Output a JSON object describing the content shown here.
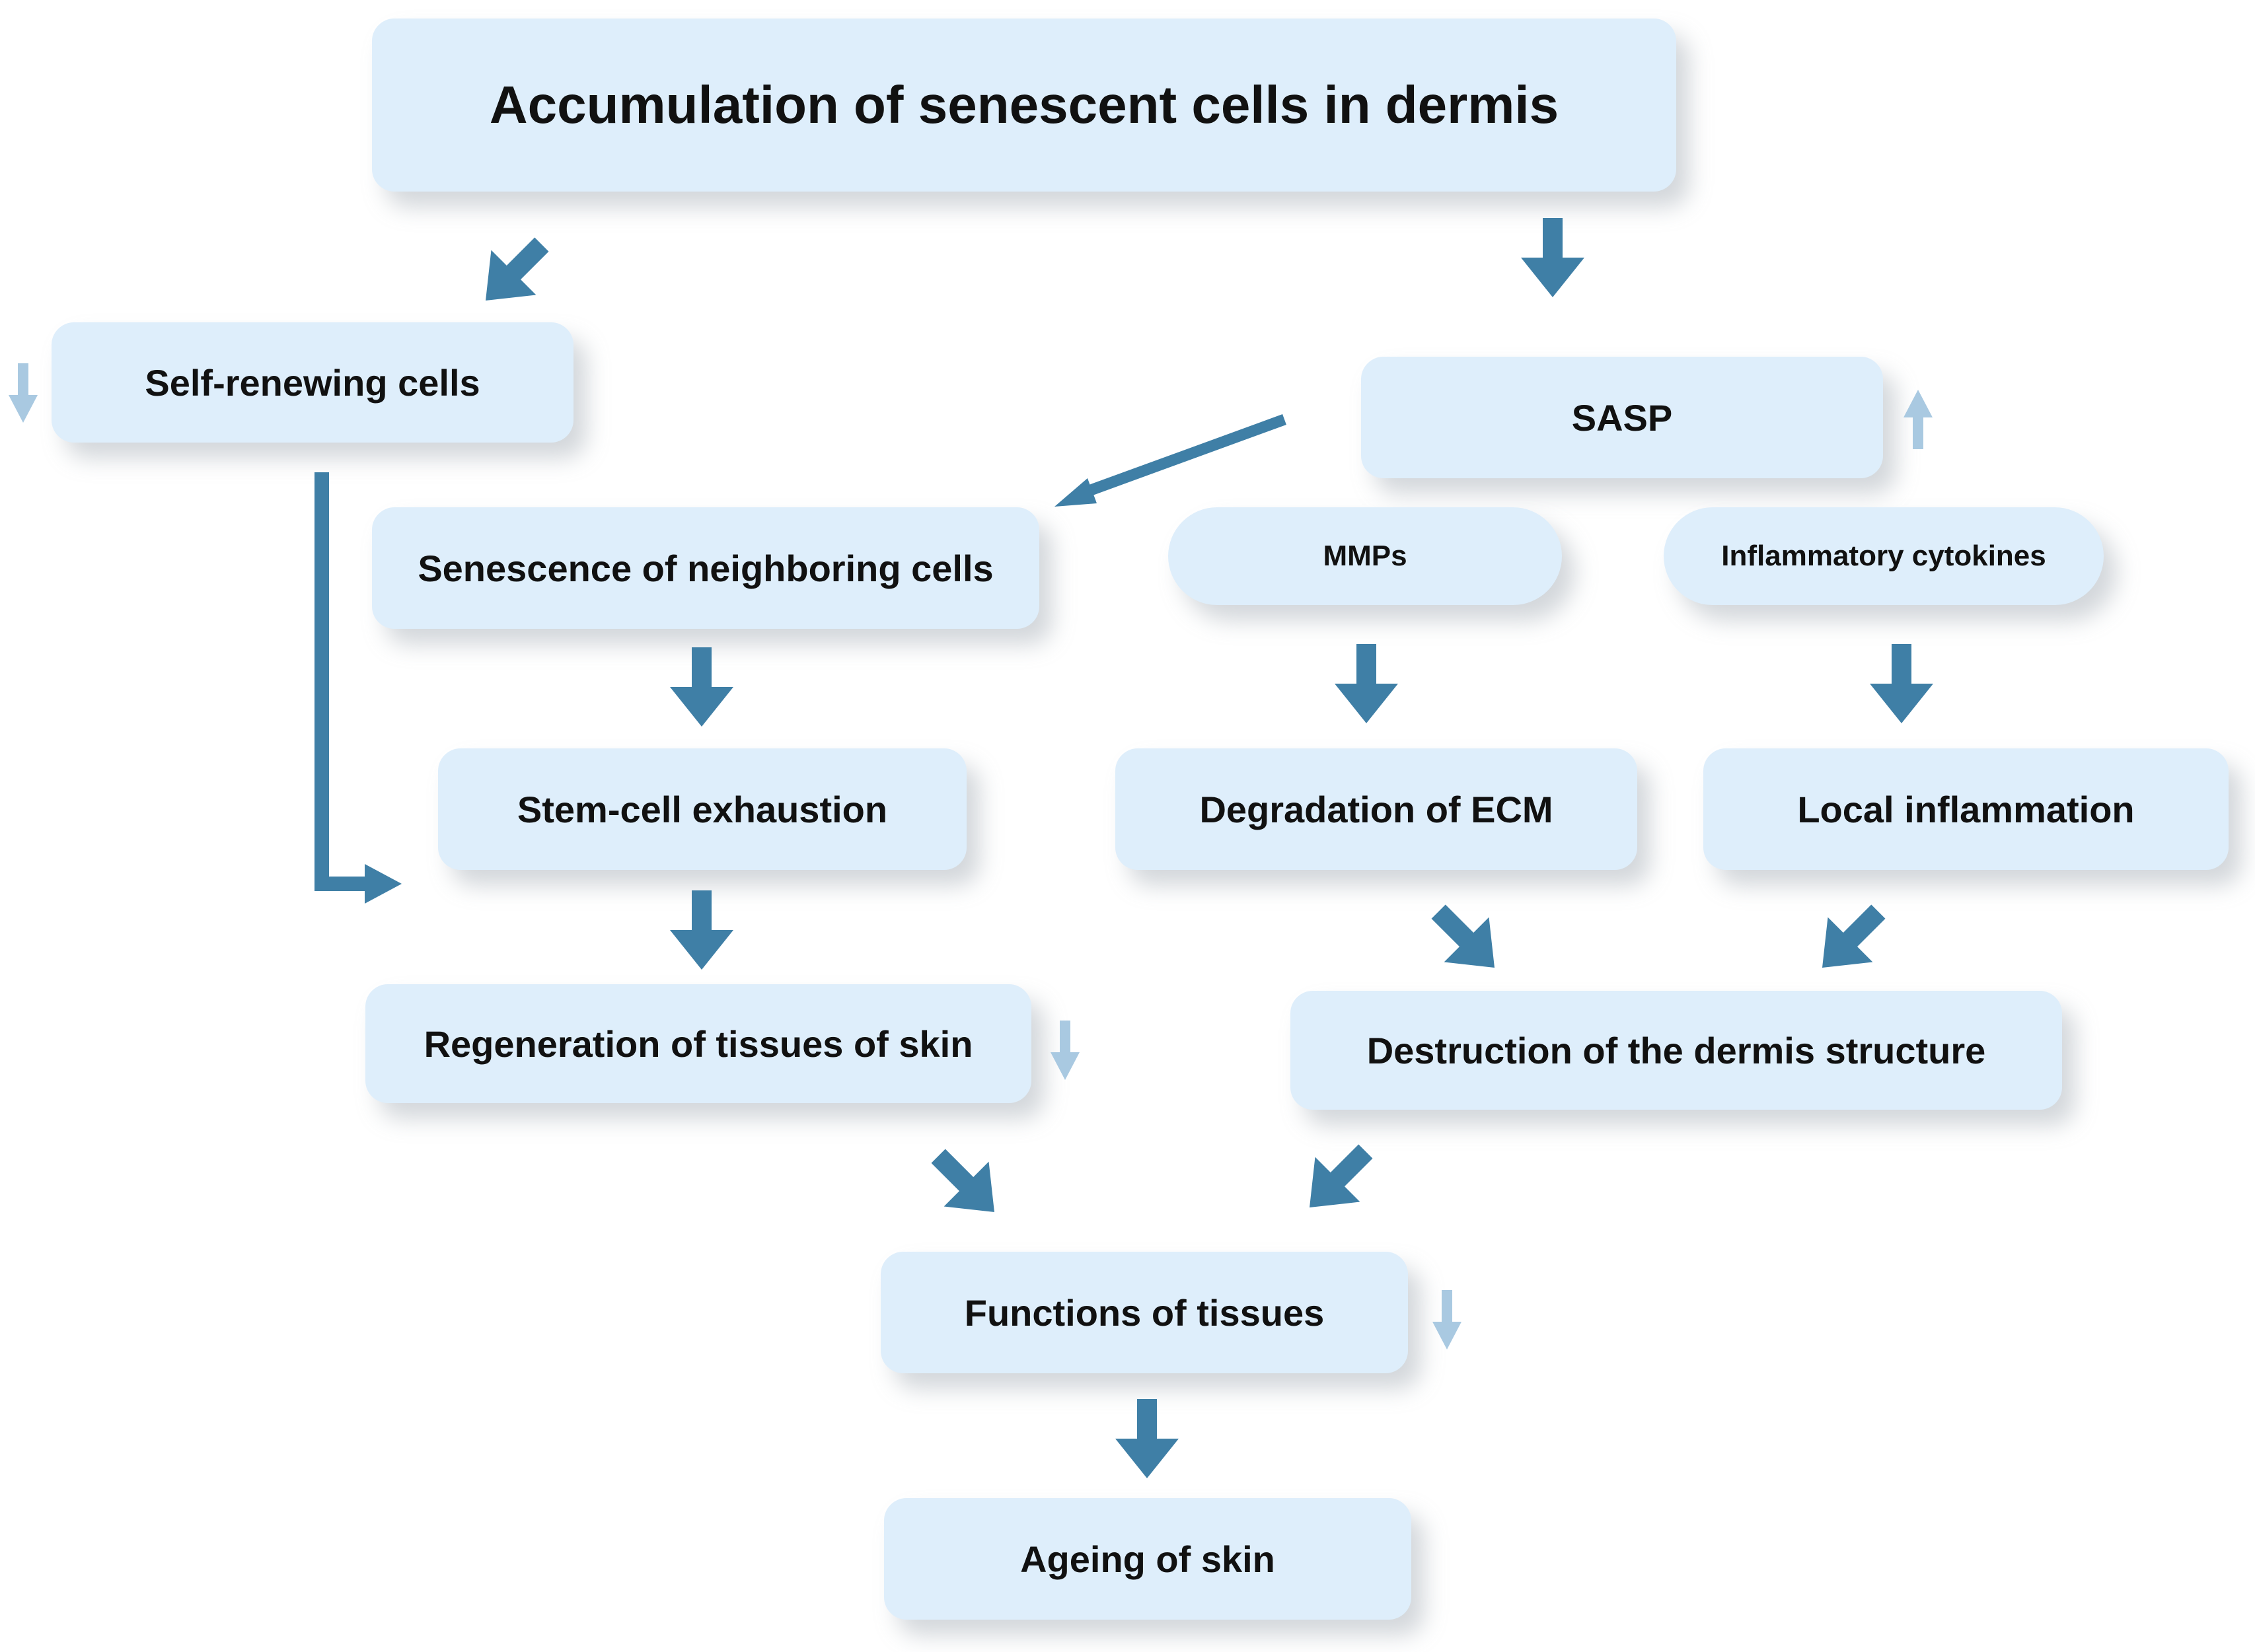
{
  "colors": {
    "box_fill": "#deeefb",
    "arrow": "#3f7fa6",
    "indicator": "#a9c9e1"
  },
  "nodes": {
    "accumulation": "Accumulation of senescent cells in dermis",
    "self_renewing": "Self-renewing cells",
    "sasp": "SASP",
    "senescence_neighboring": "Senescence of neighboring cells",
    "mmps": "MMPs",
    "inflammatory_cytokines": "Inflammatory cytokines",
    "stem_cell_exhaustion": "Stem-cell exhaustion",
    "degradation_ecm": "Degradation of ECM",
    "local_inflammation": "Local inflammation",
    "regeneration": "Regeneration of tissues of skin",
    "destruction": "Destruction of the dermis structure",
    "functions": "Functions of tissues",
    "ageing": "Ageing of skin"
  },
  "indicators": {
    "self_renewing": "decrease",
    "sasp": "increase",
    "regeneration": "decrease",
    "functions": "decrease"
  }
}
